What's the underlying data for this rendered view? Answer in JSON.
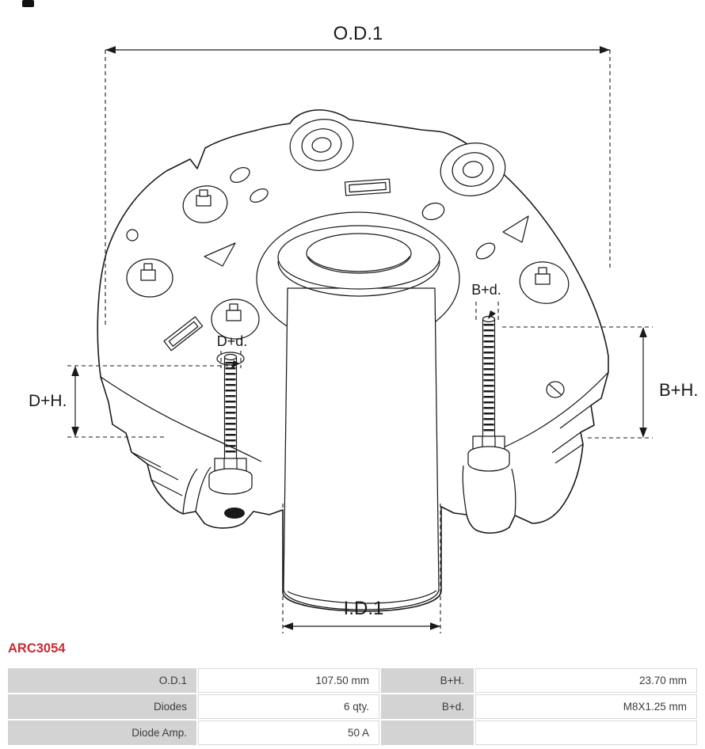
{
  "logo": {
    "name": "as-pl-logo-fragment"
  },
  "product": {
    "code": "ARC3054",
    "color": "#cb2a30"
  },
  "drawing": {
    "labels": {
      "od1": "O.D.1",
      "id1": "I.D.1",
      "dplush": "D+H.",
      "bplush": "B+H.",
      "dplusd": "D+d.",
      "bplusd": "B+d."
    },
    "stroke_color": "#1a1a1a"
  },
  "spec_table": {
    "label_bg": "#d3d3d3",
    "rows": [
      {
        "c1": "O.D.1",
        "c2": "107.50 mm",
        "c3": "B+H.",
        "c4": "23.70 mm"
      },
      {
        "c1": "Diodes",
        "c2": "6 qty.",
        "c3": "B+d.",
        "c4": "M8X1.25 mm"
      },
      {
        "c1": "Diode Amp.",
        "c2": "50 A",
        "c3": "",
        "c4": ""
      }
    ]
  }
}
